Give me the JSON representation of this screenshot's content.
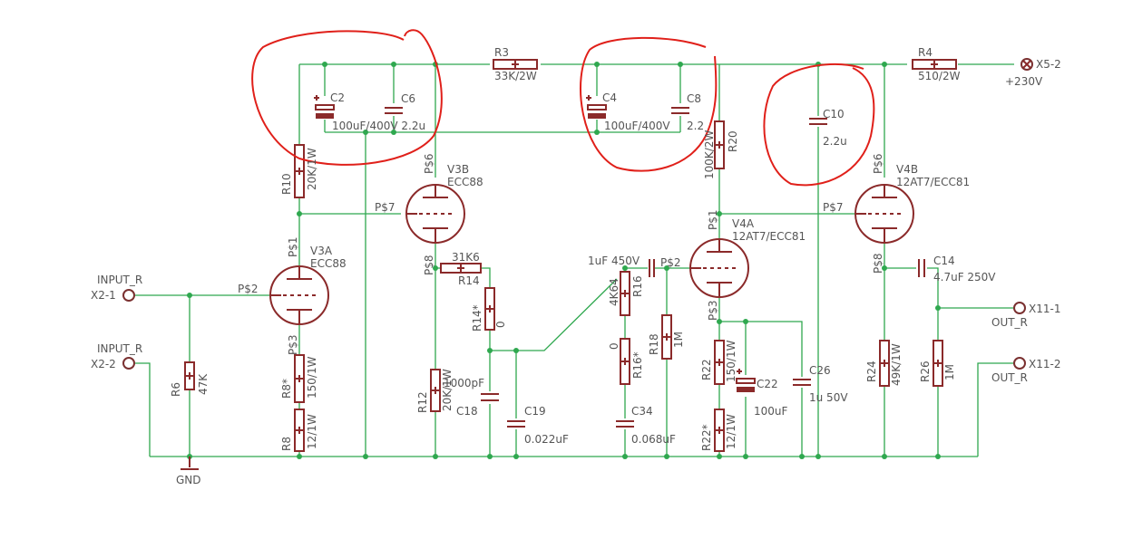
{
  "colors": {
    "wire": "#2fa84f",
    "component": "#8b2a2a",
    "text": "#555555",
    "annotation": "#e0201a",
    "background": "#ffffff"
  },
  "labels": {
    "r3": "R3",
    "r3v": "33K/2W",
    "r4": "R4",
    "r4v": "510/2W",
    "x52": "X5-2",
    "v230": "+230V",
    "c2": "C2",
    "c6": "C6",
    "c2c6v": "100uF/400V 2.2u",
    "c4": "C4",
    "c8": "C8",
    "c4v": "100uF/400V",
    "c8v": "2.2",
    "c10": "C10",
    "c10v": "2.2u",
    "r10": "R10",
    "r10v": "20K/1W",
    "r20": "R20",
    "r20v": "100K/2W",
    "v3b_p6": "P$6",
    "v3b": "V3B",
    "v3b_t": "ECC88",
    "v4b_p6": "P$6",
    "v4b": "V4B",
    "v4b_t": "12AT7/ECC81",
    "v3b_p7": "P$7",
    "v4b_p7": "P$7",
    "v3a_p1": "P$1",
    "v3a": "V3A",
    "v3a_t": "ECC88",
    "v3a_p2": "P$2",
    "v4a_p1": "P$1",
    "v4a": "V4A",
    "v4a_t": "12AT7/ECC81",
    "v3b_p8": "P$8",
    "r14v1": "31K6",
    "r14": "R14",
    "r14s": "R14*",
    "r14sv": "0",
    "c1u": "1uF 450V",
    "v4a_p2": "P$2",
    "r16": "R16",
    "r16v": "4K64",
    "v4b_p8": "P$8",
    "c14": "C14",
    "c14v": "4.7uF 250V",
    "in1": "INPUT_R",
    "x21": "X2-1",
    "in2": "INPUT_R",
    "x22": "X2-2",
    "r6": "R6",
    "r6v": "47K",
    "v3a_p3": "P$3",
    "r8s": "R8*",
    "r8sv": "150/1W",
    "r8": "R8",
    "r8v": "12/1W",
    "gnd": "GND",
    "r12": "R12",
    "r12v": "20K/1W",
    "c18v": "1000pF",
    "c18": "C18",
    "c19": "C19",
    "c19v": "0.022uF",
    "r16s0": "0",
    "r16s": "R16*",
    "r18": "R18",
    "r18v": "1M",
    "c34": "C34",
    "c34v": "0.068uF",
    "v4a_p3": "P$3",
    "r22": "R22",
    "r22v": "150/1W",
    "c22": "C22",
    "c22v": "100uF",
    "r22s": "R22*",
    "r22sv": "12/1W",
    "c26": "C26",
    "c26v": "1u 50V",
    "r24": "R24",
    "r24v": "49K/1W",
    "r26": "R26",
    "r26v": "1M",
    "x111": "X11-1",
    "out1": "OUT_R",
    "x112": "X11-2",
    "out2": "OUT_R"
  }
}
